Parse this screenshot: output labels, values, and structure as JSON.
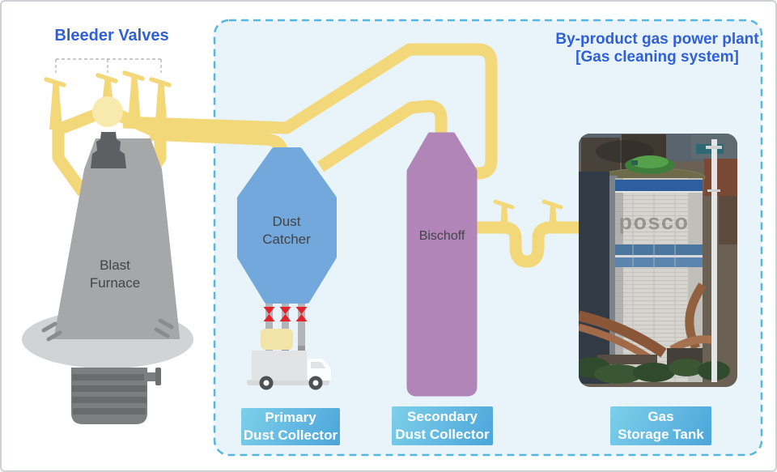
{
  "header": {
    "bleeder_valves_label": "Bleeder Valves",
    "system_title_line1": "By-product gas power plant",
    "system_title_line2": "[Gas cleaning system]"
  },
  "equipment": {
    "blast_furnace": {
      "line1": "Blast",
      "line2": "Furnace"
    },
    "dust_catcher": {
      "line1": "Dust",
      "line2": "Catcher"
    },
    "bischoff": {
      "label": "Bischoff"
    }
  },
  "captions": {
    "primary": {
      "line1": "Primary",
      "line2": "Dust Collector"
    },
    "secondary": {
      "line1": "Secondary",
      "line2": "Dust Collector"
    },
    "gas_tank": {
      "line1": "Gas",
      "line2": "Storage Tank"
    }
  },
  "photo": {
    "tank_logo": "posco"
  },
  "colors": {
    "pipe_yellow": "#F3D87A",
    "pipe_junction_glow": "#F8E9AC",
    "vessel_blue": "#72A8DB",
    "vessel_purple": "#B185B8",
    "furnace_gray": "#A6A7A9",
    "furnace_cap_gray": "#5E5F62",
    "valve_red": "#E2232B",
    "caption_gradient_start": "#7DD0EA",
    "caption_gradient_end": "#4CA5DA",
    "box_fill": "#E9F3FA",
    "box_dash_border": "#54B7E2",
    "title_blue": "#3060D8",
    "label_text_dark": "#43444A"
  }
}
